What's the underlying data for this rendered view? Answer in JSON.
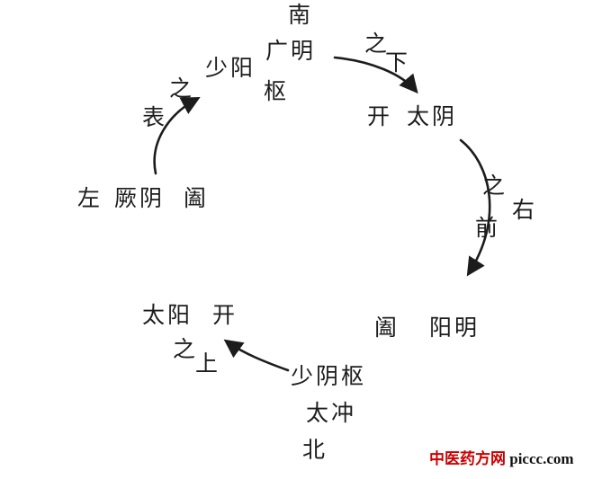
{
  "diagram": {
    "directions": {
      "south": "南",
      "north": "北"
    },
    "nodes": {
      "guangming": "广明",
      "shaoyang": "少阳",
      "shaoyang_pivot": "枢",
      "taiyin_open": "开",
      "taiyin": "太阴",
      "jueyin_left": "左",
      "jueyin": "厥阴",
      "jueyin_close": "阖",
      "yangming_close": "阖",
      "yangming": "阳明",
      "taiyang": "太阳",
      "taiyang_open": "开",
      "shaoyin_pivot": "少阴枢",
      "taichong": "太冲"
    },
    "arrow_labels": {
      "below_zhi": "之",
      "below_xia": "下",
      "exterior_zhi": "之",
      "exterior_biao": "表",
      "front_zhi": "之",
      "front_right": "右",
      "front_qian": "前",
      "above_zhi": "之",
      "above_shang": "上"
    },
    "ink_color": "#1c1c1c"
  },
  "watermark": {
    "site": "中医药方网",
    "domain": " piccc.com"
  }
}
